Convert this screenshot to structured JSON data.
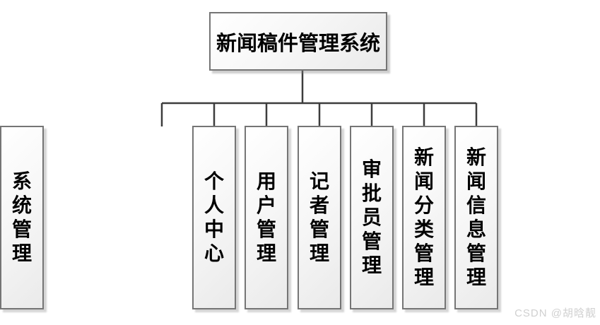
{
  "diagram": {
    "title": "新闻稿件管理系统",
    "root_label": "新闻稿件管理系统",
    "children": [
      {
        "label": "个人中心"
      },
      {
        "label": "用户管理"
      },
      {
        "label": "记者管理"
      },
      {
        "label": "审批员管理"
      },
      {
        "label": "新闻分类管理"
      },
      {
        "label": "新闻信息管理"
      },
      {
        "label": "系统管理"
      }
    ],
    "colors": {
      "connector": "#3d3d3d",
      "box_border": "#757575",
      "box_fill_top": "#ffffff",
      "box_fill_bottom": "#eaeaea",
      "text": "#000000"
    }
  },
  "watermark": {
    "text": "CSDN @胡晗靓"
  }
}
